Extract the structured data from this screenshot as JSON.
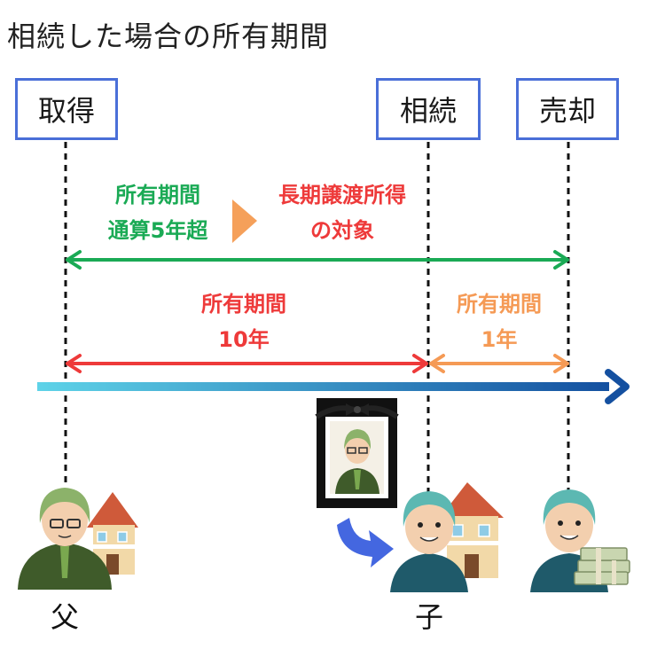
{
  "title": "相続した場合の所有期間",
  "events": {
    "acquire": "取得",
    "inherit": "相続",
    "sell": "売却"
  },
  "total_period": {
    "line1": "所有期間",
    "line2": "通算5年超",
    "result_line1": "長期譲渡所得",
    "result_line2": "の対象"
  },
  "father_period": {
    "line1": "所有期間",
    "line2": "10年"
  },
  "child_period": {
    "line1": "所有期間",
    "line2": "1年"
  },
  "people": {
    "father": "父",
    "child": "子"
  },
  "colors": {
    "box_border": "#4a6fd8",
    "green": "#1aaa55",
    "red": "#ee3a3a",
    "orange": "#f59a55",
    "timeline_start": "#5ed3e8",
    "timeline_end": "#1450a0"
  },
  "icons": [
    "portrait-frame-icon",
    "house-icon",
    "money-stack-icon",
    "curved-arrow-icon"
  ]
}
